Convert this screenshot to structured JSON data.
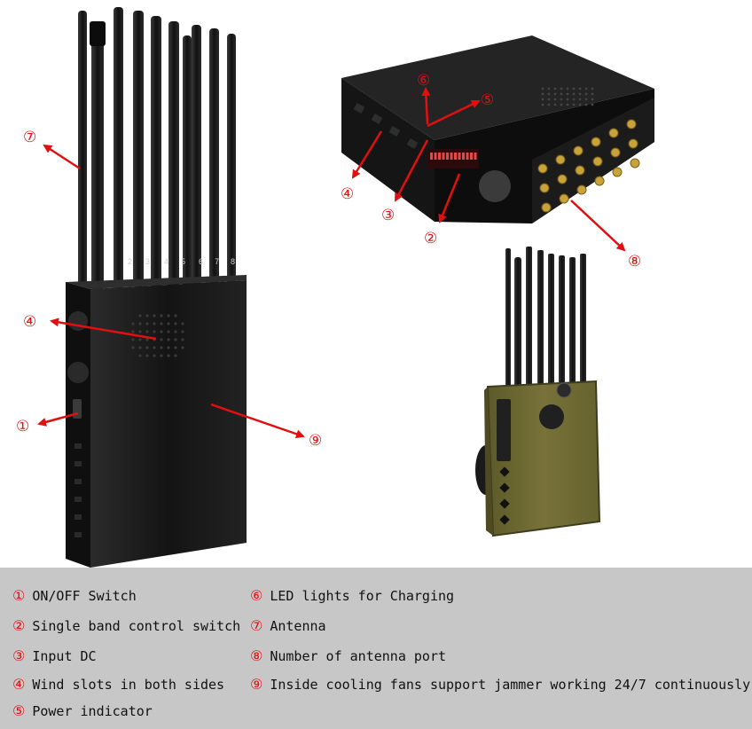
{
  "callouts": {
    "c1": "①",
    "c2": "②",
    "c3": "③",
    "c4a": "④",
    "c4b": "④",
    "c5": "⑤",
    "c6": "⑥",
    "c7": "⑦",
    "c8": "⑧",
    "c9": "⑨"
  },
  "antenna_numbers": [
    "2",
    "3",
    "4",
    "5",
    "6",
    "7",
    "8"
  ],
  "colors": {
    "arrow": "#e01010",
    "device": "#1a1a1a",
    "pouch": "#6f6b35",
    "legend_bg": "#c7c7c7"
  },
  "legend": [
    {
      "num": "①",
      "text": "ON/OFF Switch"
    },
    {
      "num": "②",
      "text": "Single band control switch"
    },
    {
      "num": "③",
      "text": "Input DC"
    },
    {
      "num": "④",
      "text": "Wind slots in both sides"
    },
    {
      "num": "⑤",
      "text": "Power indicator"
    },
    {
      "num": "⑥",
      "text": "LED lights for Charging"
    },
    {
      "num": "⑦",
      "text": "Antenna"
    },
    {
      "num": "⑧",
      "text": "Number of antenna port"
    },
    {
      "num": "⑨",
      "text": "Inside cooling fans support jammer working 24/7 continuously"
    }
  ]
}
